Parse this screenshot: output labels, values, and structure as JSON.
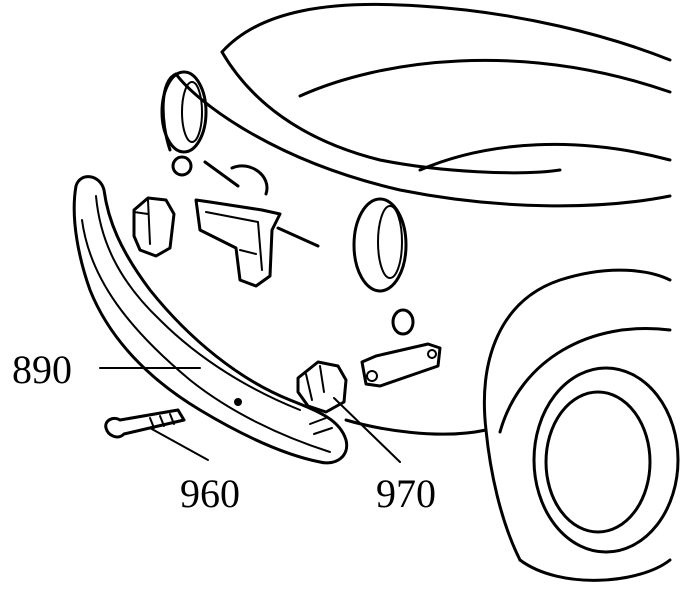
{
  "callouts": [
    {
      "id": "890",
      "text": "890"
    },
    {
      "id": "960",
      "text": "960"
    },
    {
      "id": "970",
      "text": "970"
    }
  ],
  "colors": {
    "ink": "#000000",
    "paper": "#ffffff"
  }
}
